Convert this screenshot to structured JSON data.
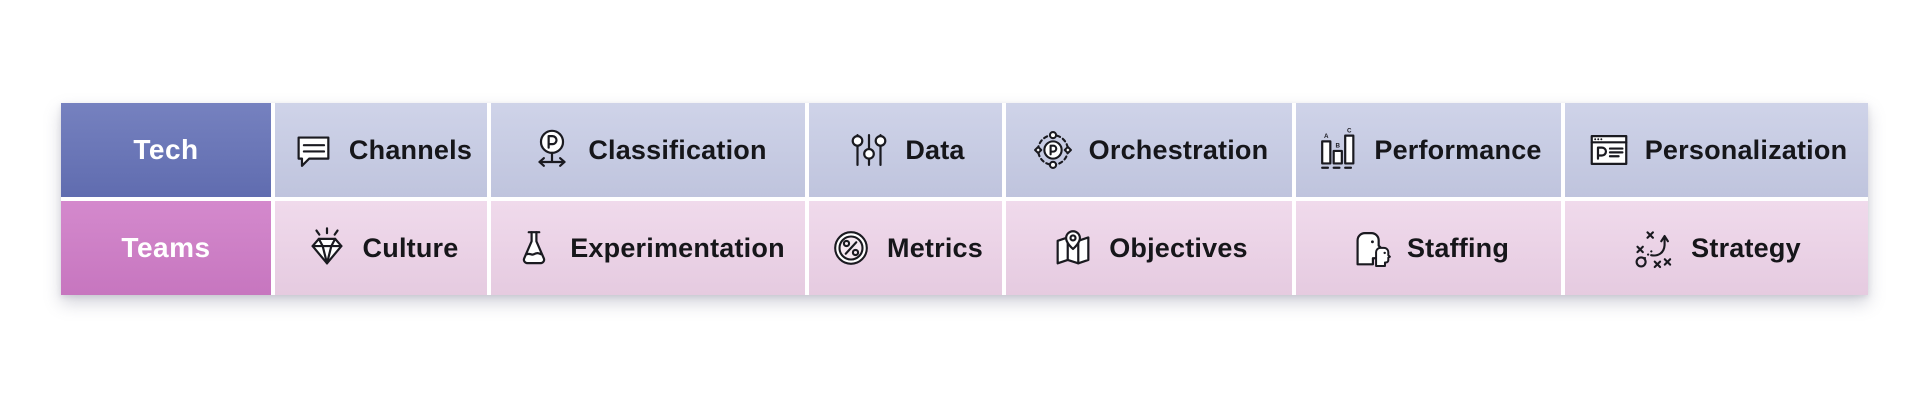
{
  "colors": {
    "page_bg": "#ffffff",
    "tech_header": "#6673b8",
    "tech_cell": "#c7cce5",
    "teams_header": "#cf7cc7",
    "teams_cell": "#edd3e8",
    "header_text": "#ffffff",
    "label_text": "#16161a",
    "icon_stroke": "#1a1a20"
  },
  "table": {
    "rows": [
      {
        "header": "Tech",
        "items": [
          {
            "label": "Channels",
            "icon": "channels-icon"
          },
          {
            "label": "Classification",
            "icon": "classification-icon"
          },
          {
            "label": "Data",
            "icon": "data-icon"
          },
          {
            "label": "Orchestration",
            "icon": "orchestration-icon"
          },
          {
            "label": "Performance",
            "icon": "performance-icon"
          },
          {
            "label": "Personalization",
            "icon": "personalization-icon"
          }
        ]
      },
      {
        "header": "Teams",
        "items": [
          {
            "label": "Culture",
            "icon": "culture-icon"
          },
          {
            "label": "Experimentation",
            "icon": "experimentation-icon"
          },
          {
            "label": "Metrics",
            "icon": "metrics-icon"
          },
          {
            "label": "Objectives",
            "icon": "objectives-icon"
          },
          {
            "label": "Staffing",
            "icon": "staffing-icon"
          },
          {
            "label": "Strategy",
            "icon": "strategy-icon"
          }
        ]
      }
    ]
  }
}
